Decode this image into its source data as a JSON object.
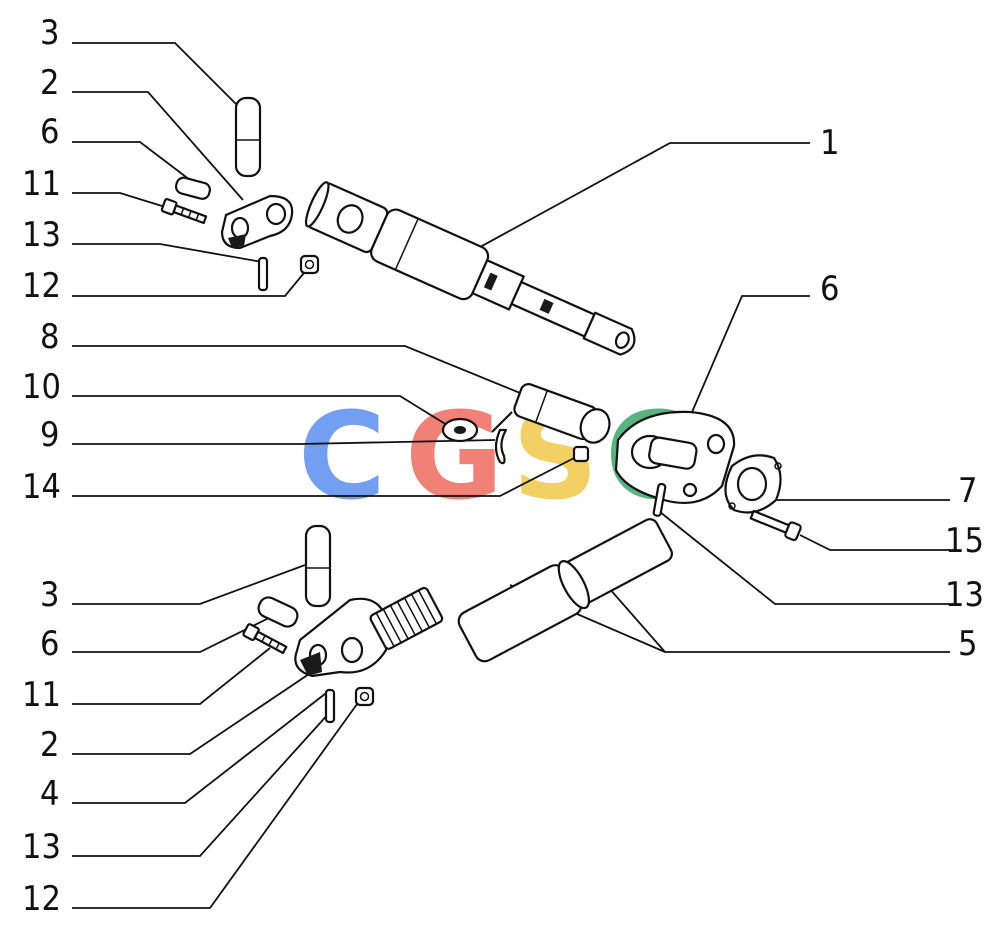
{
  "callouts": {
    "c_3_top": "3",
    "c_2_top": "2",
    "c_6_top": "6",
    "c_11_top": "11",
    "c_13_top": "13",
    "c_12_top": "12",
    "c_8": "8",
    "c_10": "10",
    "c_9": "9",
    "c_14": "14",
    "c_3_bot": "3",
    "c_6_bot": "6",
    "c_11_bot": "11",
    "c_2_bot": "2",
    "c_4": "4",
    "c_13_bot": "13",
    "c_12_bot": "12",
    "c_1": "1",
    "c_6_right": "6",
    "c_7": "7",
    "c_15": "15",
    "c_13_right": "13",
    "c_5": "5"
  },
  "watermark": {
    "letters": [
      "C",
      "G",
      "S",
      "C"
    ],
    "colors": [
      "#5b8ff0",
      "#ef6b5f",
      "#f2c84a",
      "#3aa66a"
    ]
  }
}
